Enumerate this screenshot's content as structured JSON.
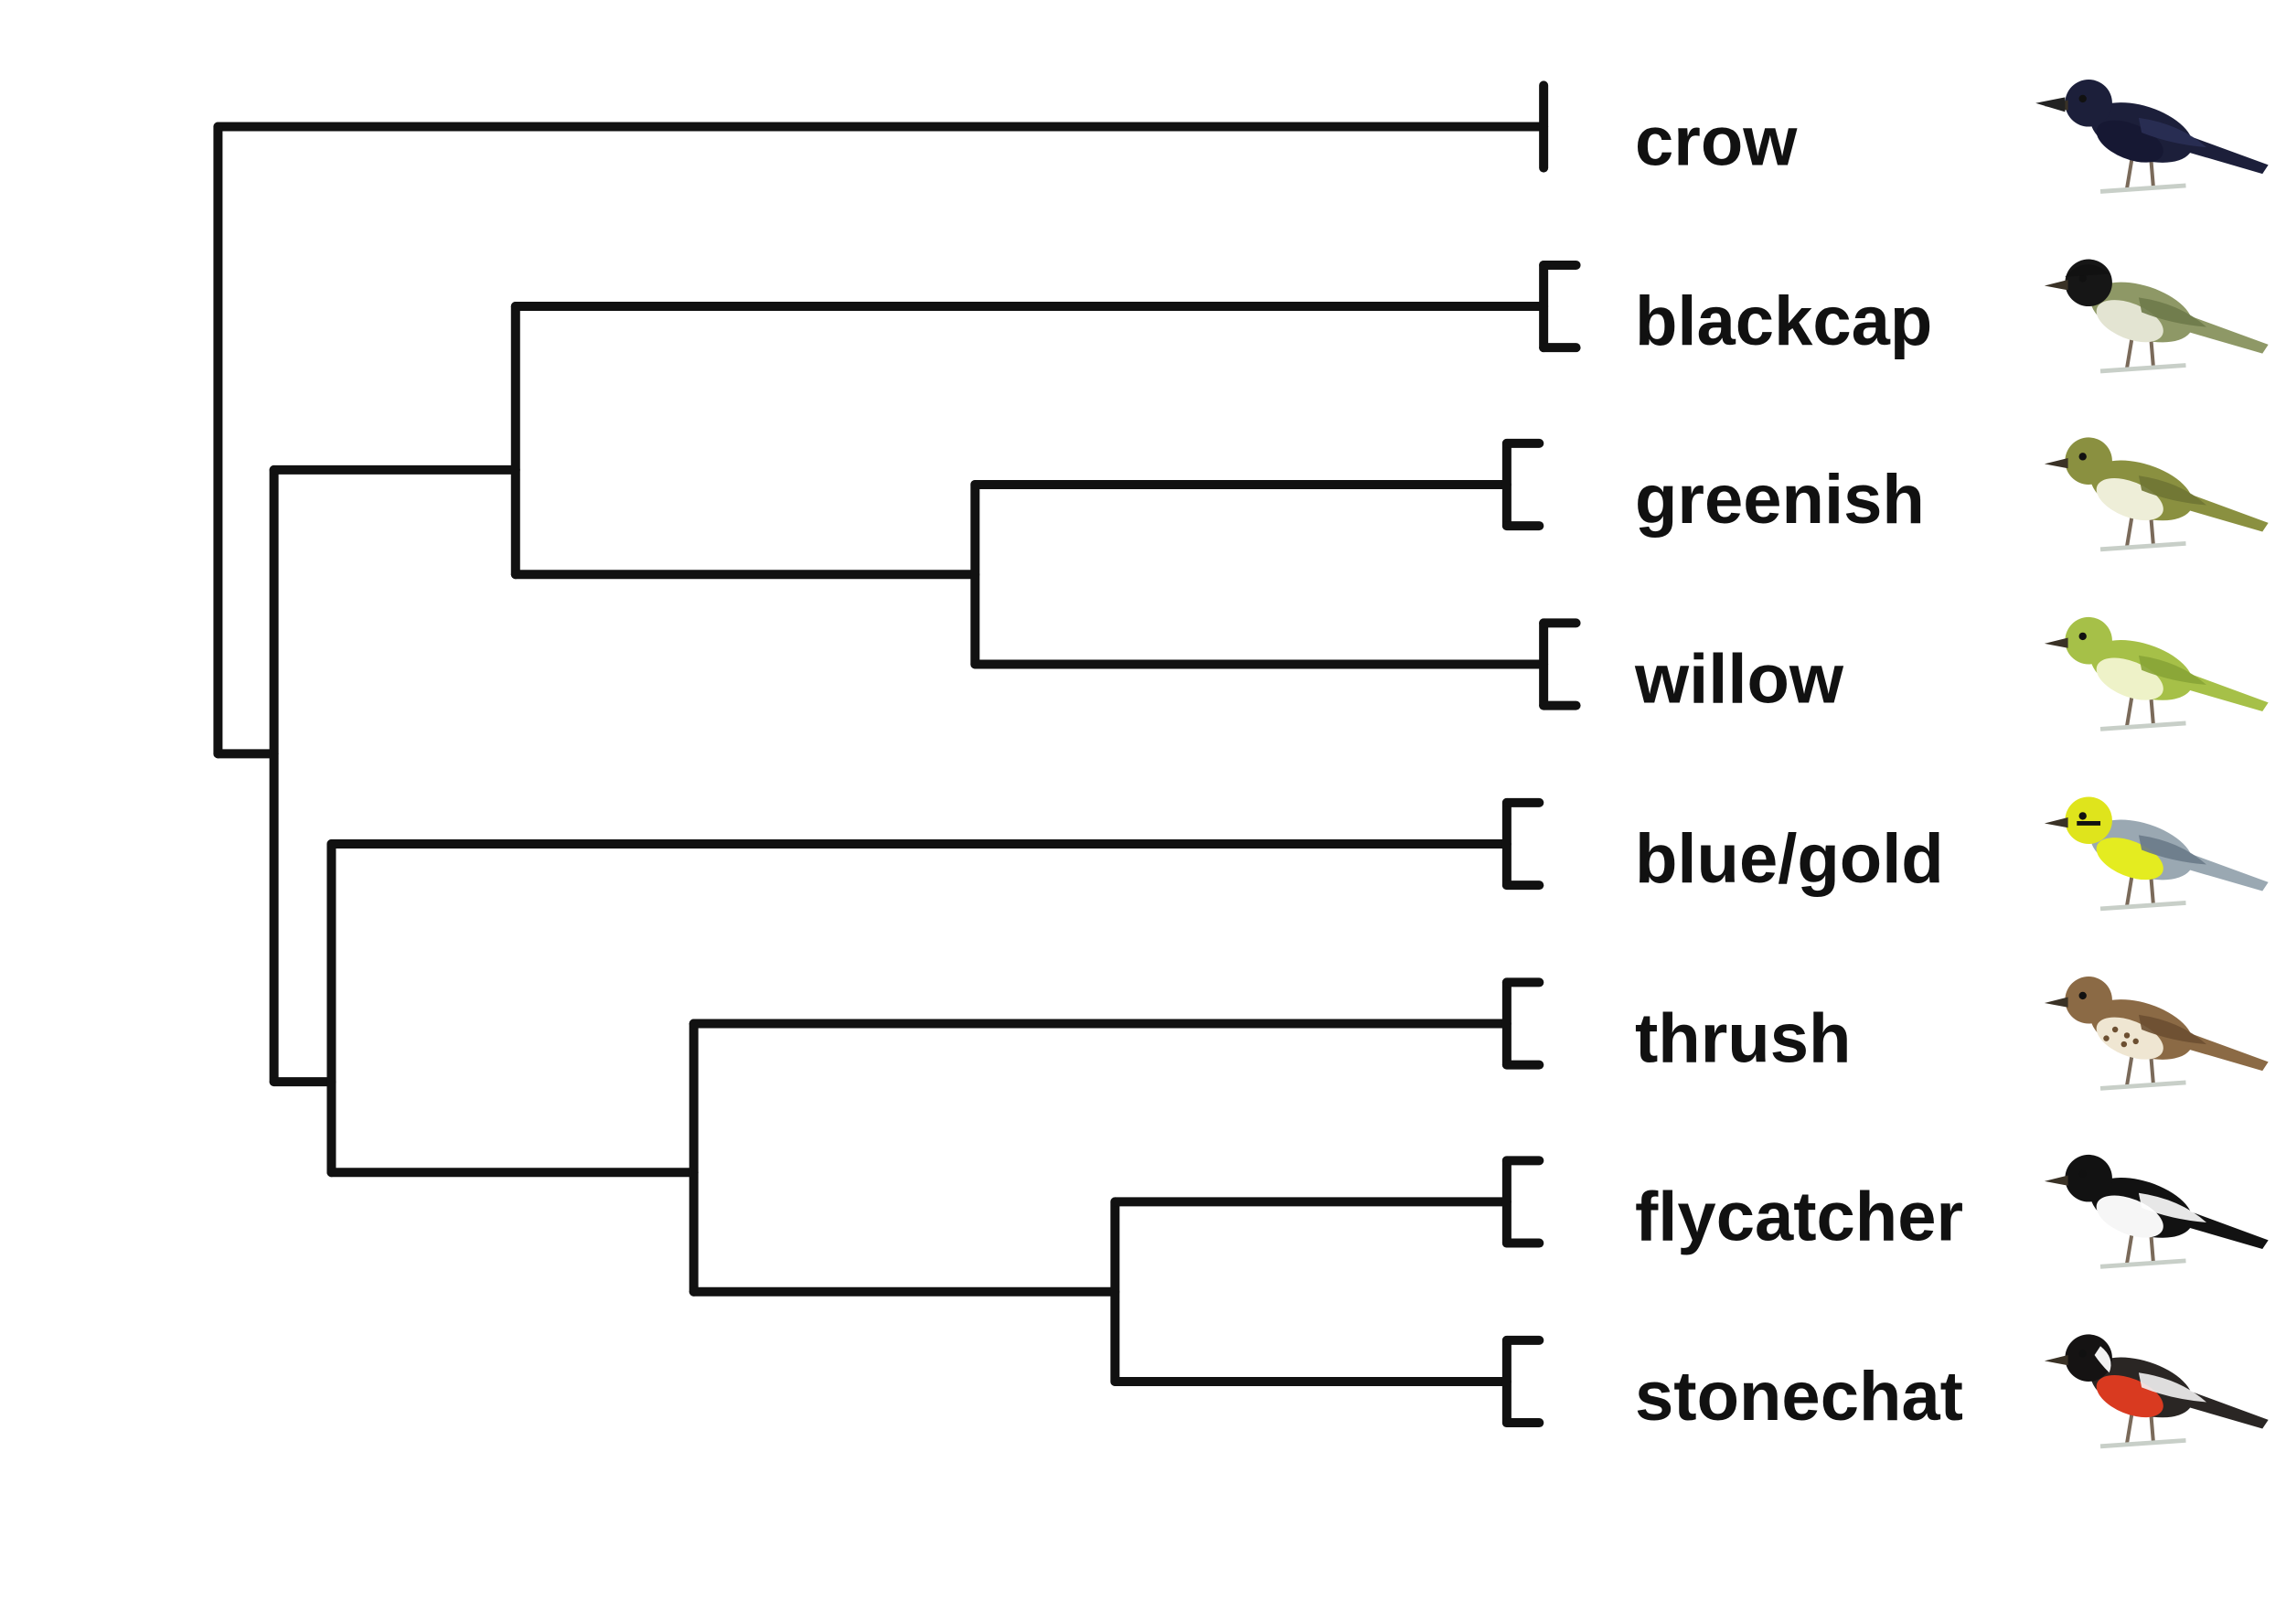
{
  "diagram": {
    "type": "phylogenetic-tree",
    "line_color": "#111111",
    "taxa": [
      {
        "id": "crow",
        "label": "crow",
        "icon": "crow-icon",
        "colors": {
          "body": "#1c1f3a",
          "belly": "#161833",
          "head": "#1c1f3a",
          "accent": "#2a2f55"
        }
      },
      {
        "id": "blackcap",
        "label": "blackcap",
        "icon": "blackcap-icon",
        "colors": {
          "body": "#8e9866",
          "belly": "#e3e4d2",
          "head": "#161616",
          "accent": "#6e7a4a"
        }
      },
      {
        "id": "greenish",
        "label": "greenish",
        "icon": "greenish-icon",
        "colors": {
          "body": "#8a9040",
          "belly": "#eeeed8",
          "head": "#8a9040",
          "accent": "#6f7634"
        }
      },
      {
        "id": "willow",
        "label": "willow",
        "icon": "willow-icon",
        "colors": {
          "body": "#a6c048",
          "belly": "#eef2c8",
          "head": "#a6c048",
          "accent": "#88a436"
        }
      },
      {
        "id": "blue_gold",
        "label": "blue/gold",
        "icon": "blue-gold-icon",
        "colors": {
          "body": "#9aa8b2",
          "belly": "#e4ec20",
          "head": "#dfe41c",
          "accent": "#6a7a88"
        }
      },
      {
        "id": "thrush",
        "label": "thrush",
        "icon": "thrush-icon",
        "colors": {
          "body": "#8b6a45",
          "belly": "#efe6d2",
          "head": "#8b6a45",
          "accent": "#6c4f31"
        }
      },
      {
        "id": "flycatcher",
        "label": "flycatcher",
        "icon": "flycatcher-icon",
        "colors": {
          "body": "#121212",
          "belly": "#f6f6f6",
          "head": "#121212",
          "accent": "#ffffff"
        }
      },
      {
        "id": "stonechat",
        "label": "stonechat",
        "icon": "stonechat-icon",
        "colors": {
          "body": "#2a2624",
          "belly": "#d93a20",
          "head": "#151313",
          "accent": "#f2f2f2"
        }
      }
    ]
  }
}
